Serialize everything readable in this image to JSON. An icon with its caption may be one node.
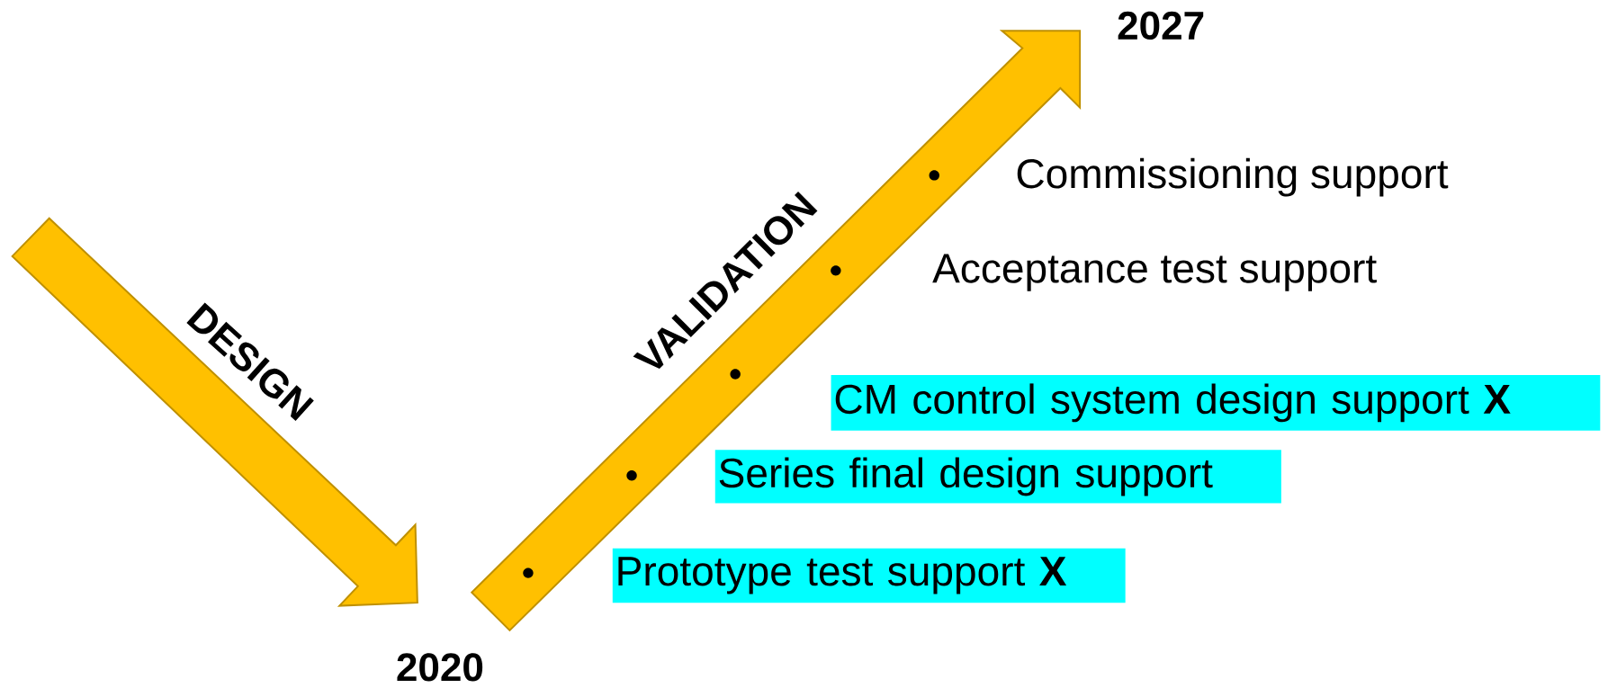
{
  "diagram": {
    "nodes": [
      {
        "text": [
          "DESIGN"
        ]
      },
      {
        "text": [
          "VALIDATION"
        ]
      },
      {
        "text": [
          "Prototype test support **X**"
        ]
      },
      {
        "text": [
          "Series final design support"
        ]
      },
      {
        "text": [
          "CM control system design support **X**"
        ]
      }
    ],
    "labels": [
      "2027",
      "Commissioning support",
      "Acceptance test support",
      "2020"
    ]
  }
}
